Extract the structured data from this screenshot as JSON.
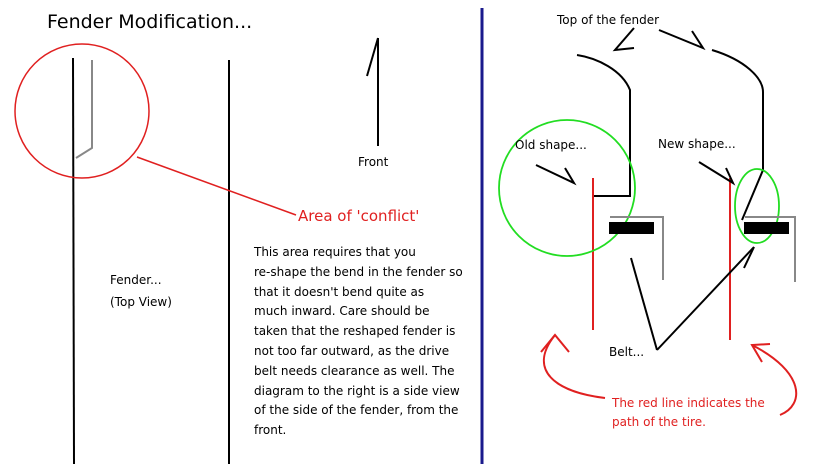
{
  "title": "Fender Modification...",
  "left_panel": {
    "front_label": "Front",
    "fender_label_line1": "Fender...",
    "fender_label_line2": "(Top View)",
    "conflict_label": "Area of 'conflict'",
    "description_lines": [
      "This area requires that you",
      "re-shape the bend in the fender so",
      "that it doesn't bend quite as",
      "much inward.  Care should be",
      "taken that the reshaped fender is",
      "not too far outward, as the drive",
      "belt needs clearance as well.  The",
      "diagram to the right is a side view",
      "of the side of the fender, from the",
      "front."
    ]
  },
  "right_panel": {
    "top_label": "Top of the fender",
    "old_shape_label": "Old shape...",
    "new_shape_label": "New shape...",
    "belt_label": "Belt...",
    "red_line_note_line1": "The red line indicates the",
    "red_line_note_line2": "path of the tire."
  },
  "colors": {
    "divider": "#1a1a8c",
    "highlight_red": "#e02020",
    "highlight_green": "#22dd22",
    "gray_line": "#888888",
    "ink": "#000000"
  }
}
